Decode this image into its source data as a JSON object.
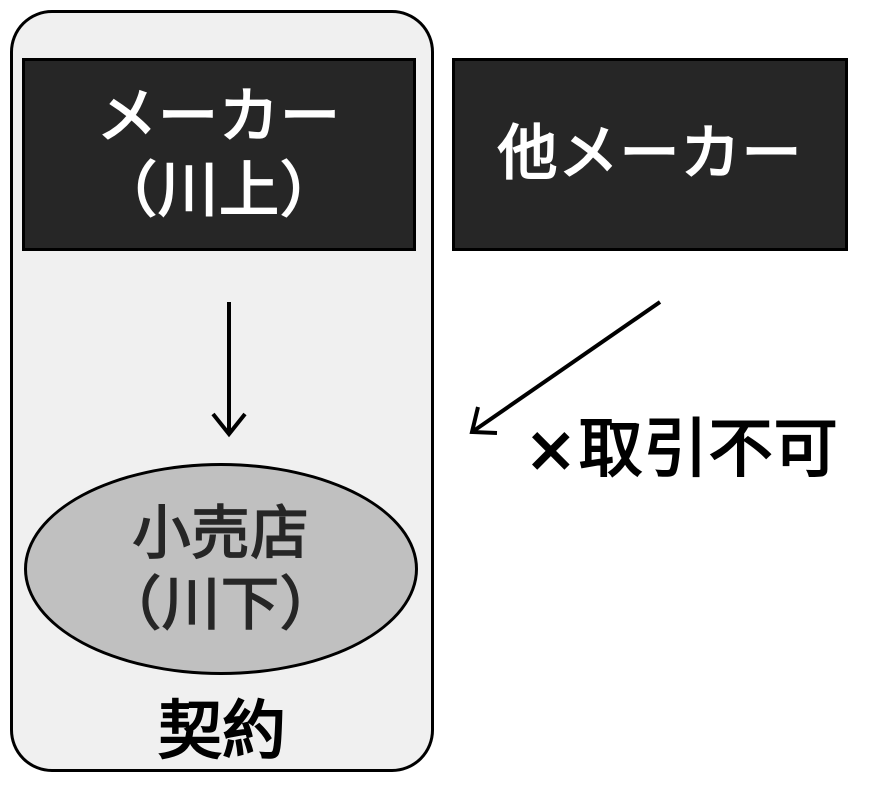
{
  "maker": {
    "line1": "メーカー",
    "line2": "（川上）"
  },
  "other_maker": {
    "label": "他メーカー"
  },
  "retailer": {
    "line1": "小売店",
    "line2": "（川下）"
  },
  "contract": {
    "label": "契約"
  },
  "no_trade": {
    "label": "×取引不可"
  },
  "colors": {
    "box_fill": "#262626",
    "frame_fill": "#f0f0f0",
    "ellipse_fill": "#c0c0c0",
    "text_light": "#ffffff",
    "text_dark": "#000000"
  }
}
